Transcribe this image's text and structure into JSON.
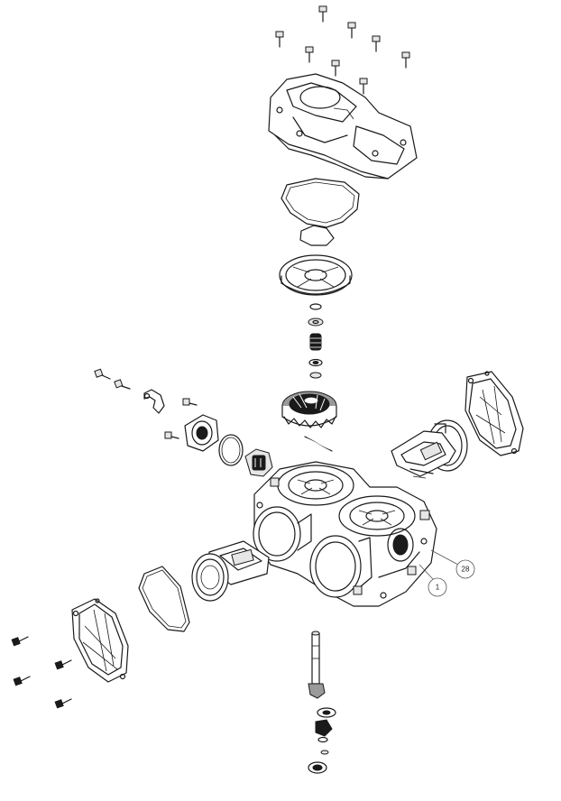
{
  "diagram": {
    "callouts": [
      {
        "id": "callout-1",
        "label": "1"
      },
      {
        "id": "callout-28",
        "label": "28"
      }
    ]
  }
}
